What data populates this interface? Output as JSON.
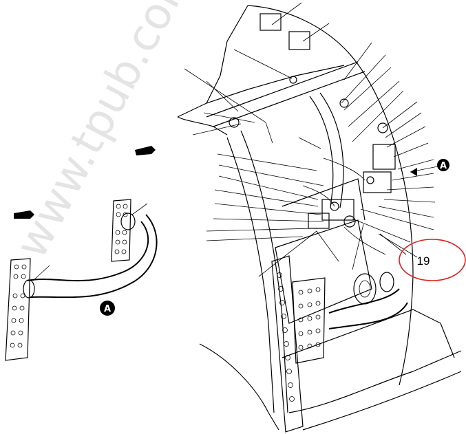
{
  "watermark": "www.tpub.com",
  "detail_label": "A",
  "view_label": "A",
  "callout_number": "19",
  "highlight_color": "#e02020"
}
